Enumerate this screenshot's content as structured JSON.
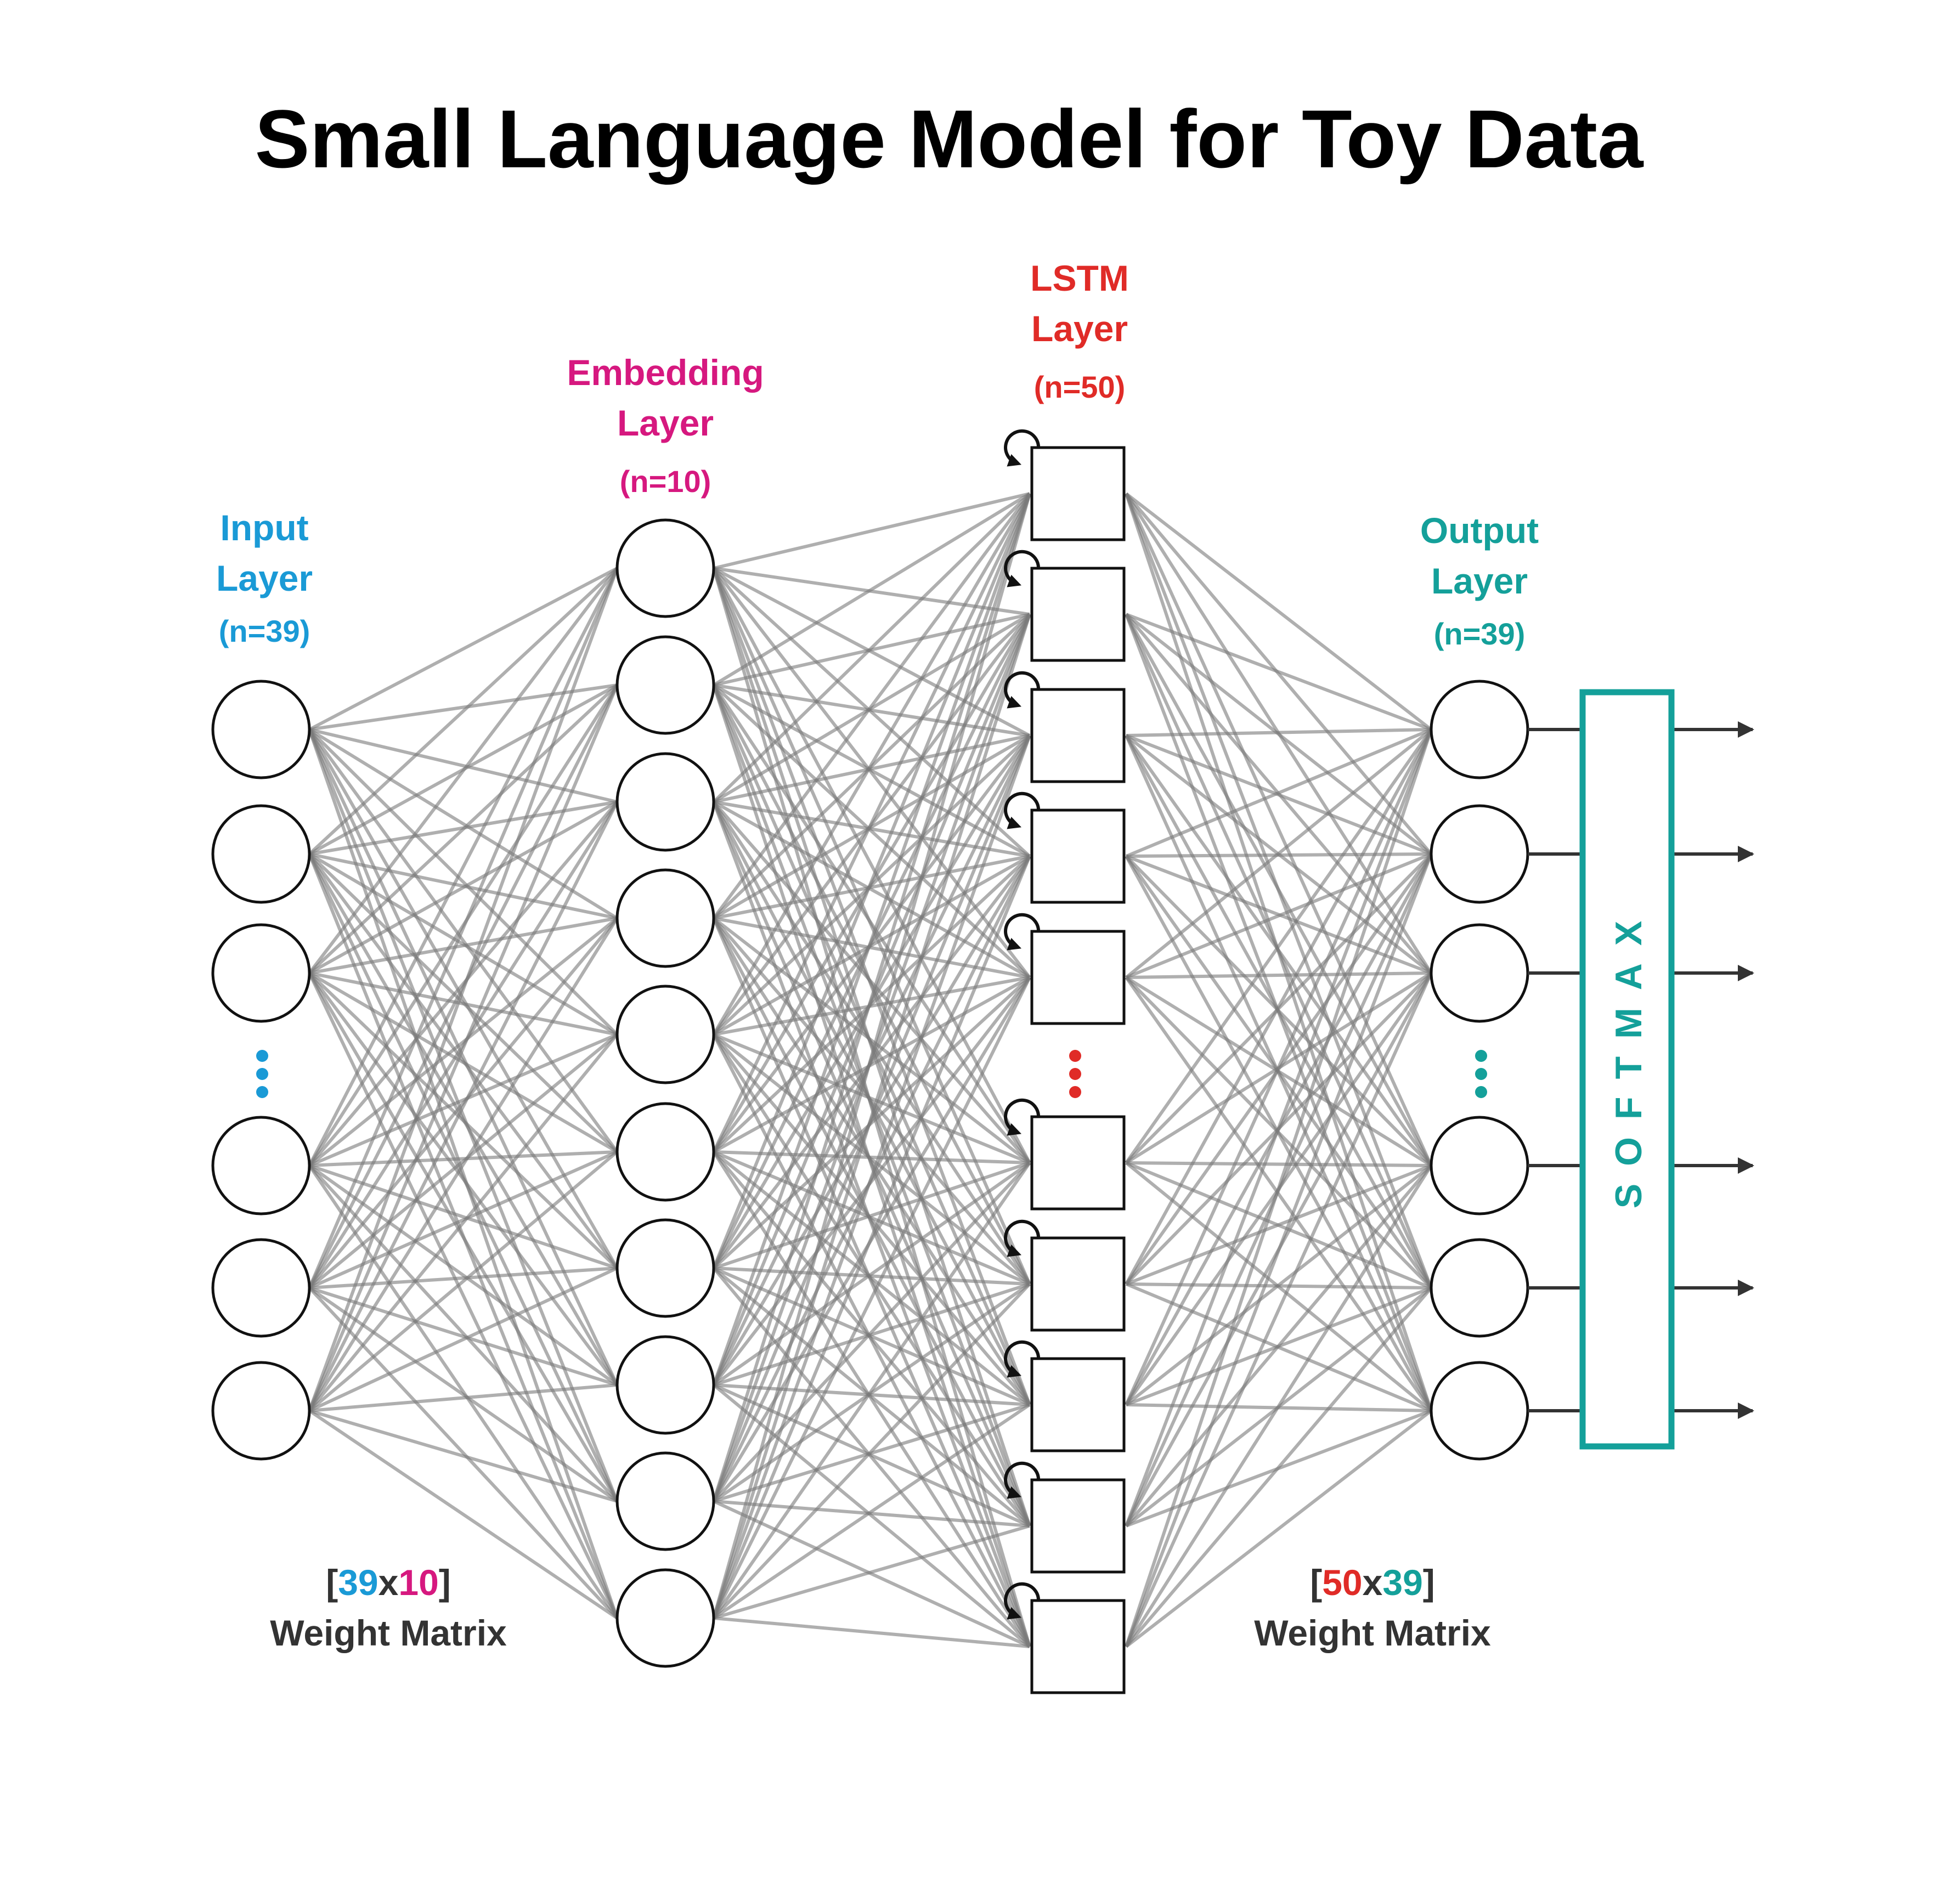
{
  "title": "Small Language Model for Toy Data",
  "colors": {
    "input": "#1a9ad6",
    "embedding": "#d6187f",
    "lstm": "#e02b27",
    "output": "#14a09a",
    "text_dark": "#333333",
    "edge": "#7a7a7a"
  },
  "layers": {
    "input": {
      "line1": "Input",
      "line2": "Layer",
      "count": "(n=39)"
    },
    "embedding": {
      "line1": "Embedding",
      "line2": "Layer",
      "count": "(n=10)"
    },
    "lstm": {
      "line1": "LSTM",
      "line2": "Layer",
      "count": "(n=50)"
    },
    "output": {
      "line1": "Output",
      "line2": "Layer",
      "count": "(n=39)"
    }
  },
  "softmax": {
    "label": "SOFTMAX"
  },
  "matrix_left": {
    "open": "[",
    "a": "39",
    "x": "x",
    "b": "10",
    "close": "]",
    "caption": "Weight Matrix"
  },
  "matrix_right": {
    "open": "[",
    "a": "50",
    "x": "x",
    "b": "39",
    "close": "]",
    "caption": "Weight Matrix"
  }
}
